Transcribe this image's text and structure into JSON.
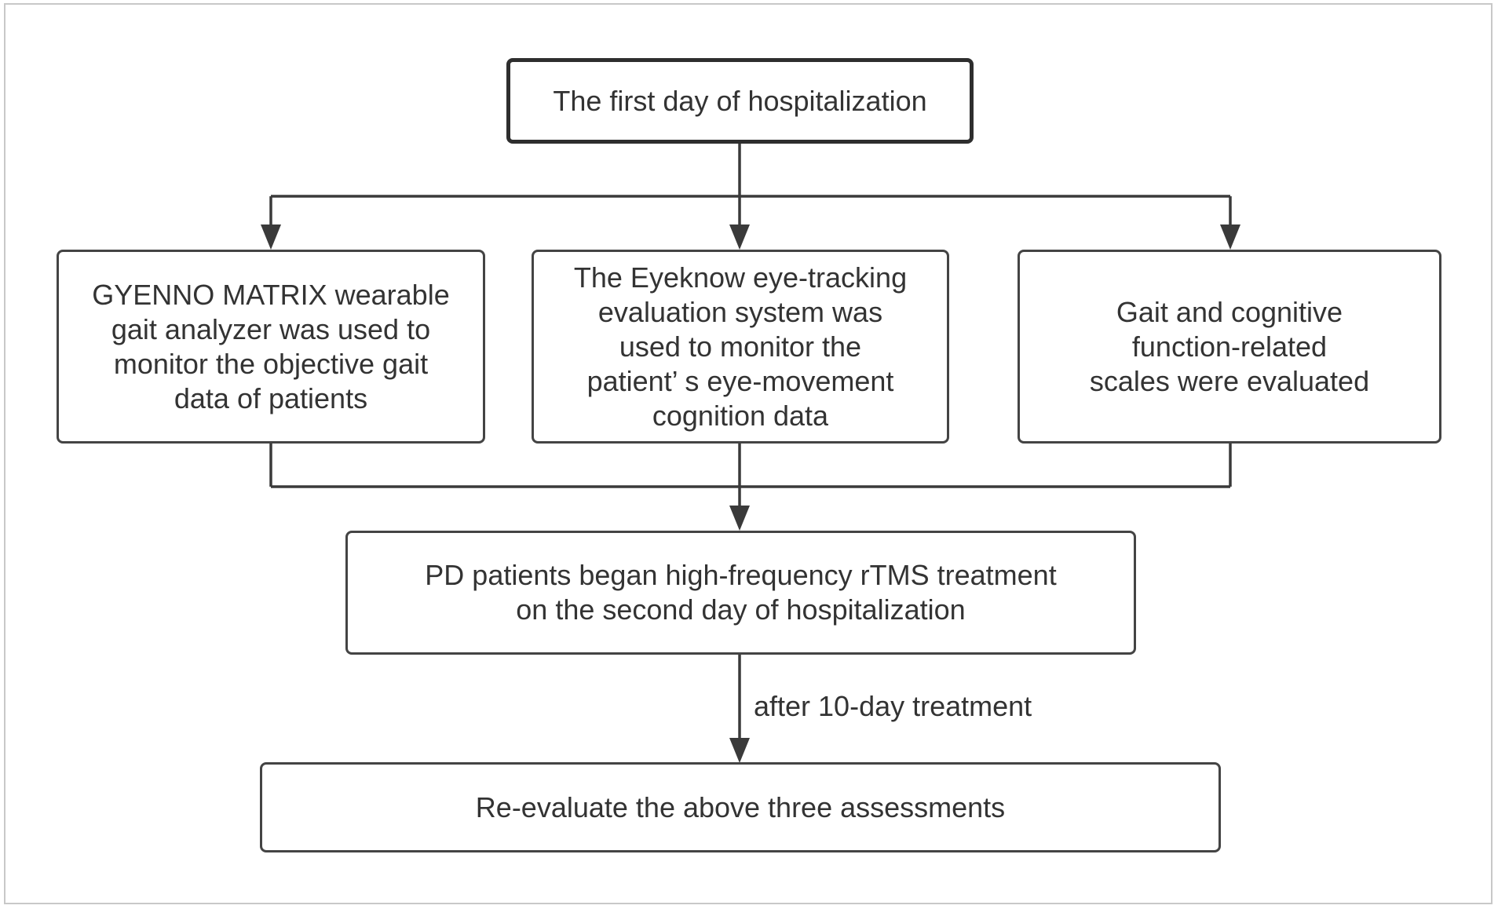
{
  "nodes": {
    "first_day": "The first day of hospitalization",
    "gait_analyzer": "GYENNO MATRIX wearable\ngait analyzer was used to\nmonitor the objective gait\ndata of patients",
    "eye_tracking": "The Eyeknow eye-tracking\nevaluation system was\nused to monitor the\npatient’ s eye-movement\ncognition data",
    "scales": "Gait and cognitive\nfunction-related\nscales were evaluated",
    "rtms_treatment": "PD patients began high-frequency rTMS treatment\non the second day of hospitalization",
    "re_evaluate": "Re-evaluate the above three assessments"
  },
  "edges": {
    "treatment_duration_label": "after 10-day treatment"
  },
  "colors": {
    "line": "#3a3a3a",
    "box_border": "#444444",
    "text": "#333333",
    "frame": "#c8c8c8"
  }
}
